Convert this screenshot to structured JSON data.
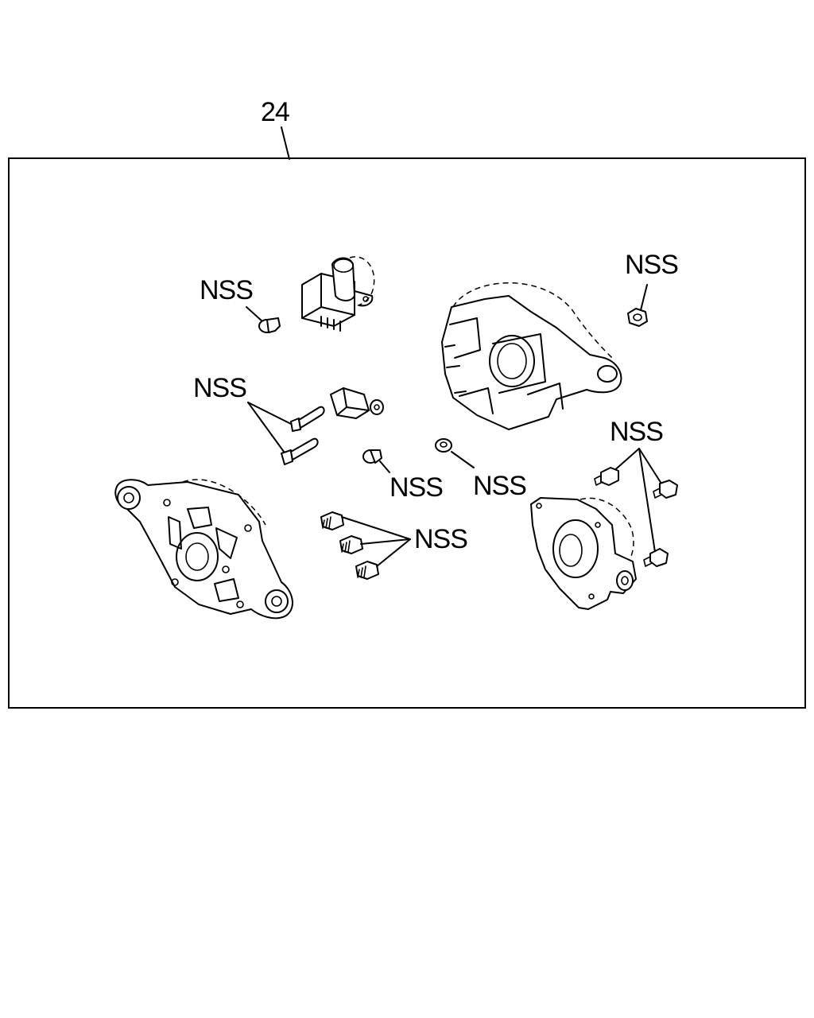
{
  "assembly_callout": "24",
  "labels": {
    "nss_brush_screw": "NSS",
    "nss_through_bolts": "NSS",
    "nss_rear_nut": "NSS",
    "nss_small_screw": "NSS",
    "nss_washer": "NSS",
    "nss_front_bolts": "NSS",
    "nss_bracket_bolts": "NSS"
  }
}
